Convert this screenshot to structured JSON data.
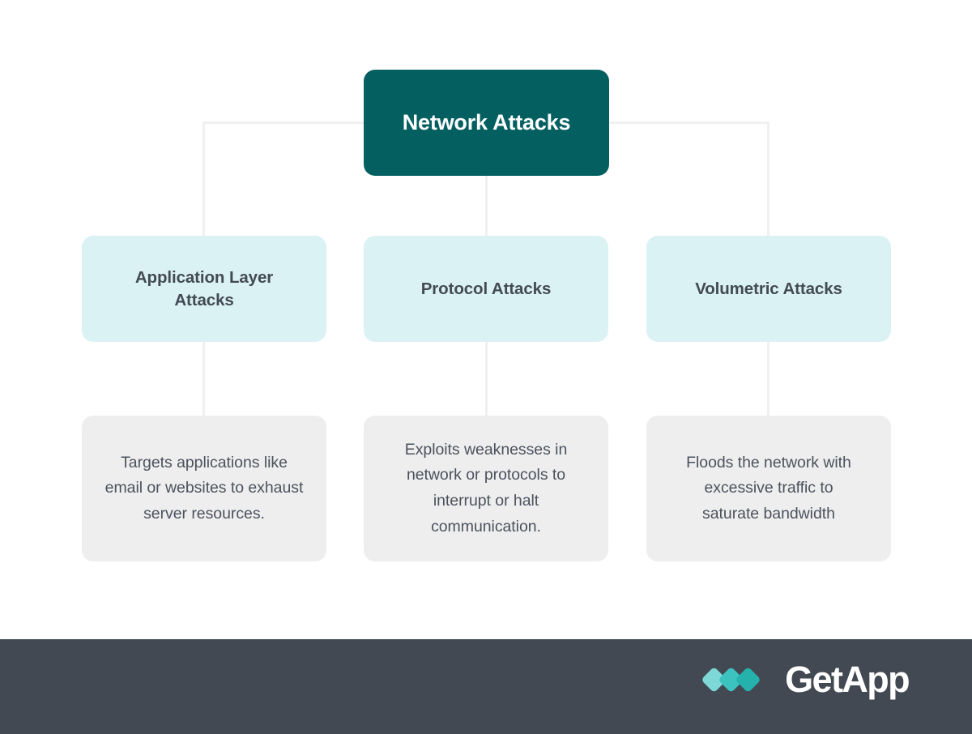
{
  "diagram": {
    "root": {
      "label": "Network Attacks"
    },
    "branches": [
      {
        "label": "Application Layer Attacks"
      },
      {
        "label": "Protocol Attacks"
      },
      {
        "label": "Volumetric Attacks"
      }
    ],
    "descriptions": [
      {
        "text": "Targets applications like email or websites to exhaust server resources."
      },
      {
        "text": "Exploits weaknesses in network or protocols to interrupt or halt communication."
      },
      {
        "text": "Floods the network with excessive traffic to saturate bandwidth"
      }
    ]
  },
  "footer": {
    "brand_name": "GetApp",
    "logo_icon": "getapp-chevrons-icon",
    "background_color": "#424953",
    "logo_colors": [
      "#7ed8d8",
      "#3cc3c0",
      "#25b2ac"
    ]
  },
  "colors": {
    "root_box": "#046060",
    "branch_box": "#dbf2f4",
    "description_box": "#eeeeef",
    "connector_line": "#f0f0f1",
    "heading_text": "#434a54",
    "body_text": "#4c525c",
    "page_background": "#ffffff"
  }
}
